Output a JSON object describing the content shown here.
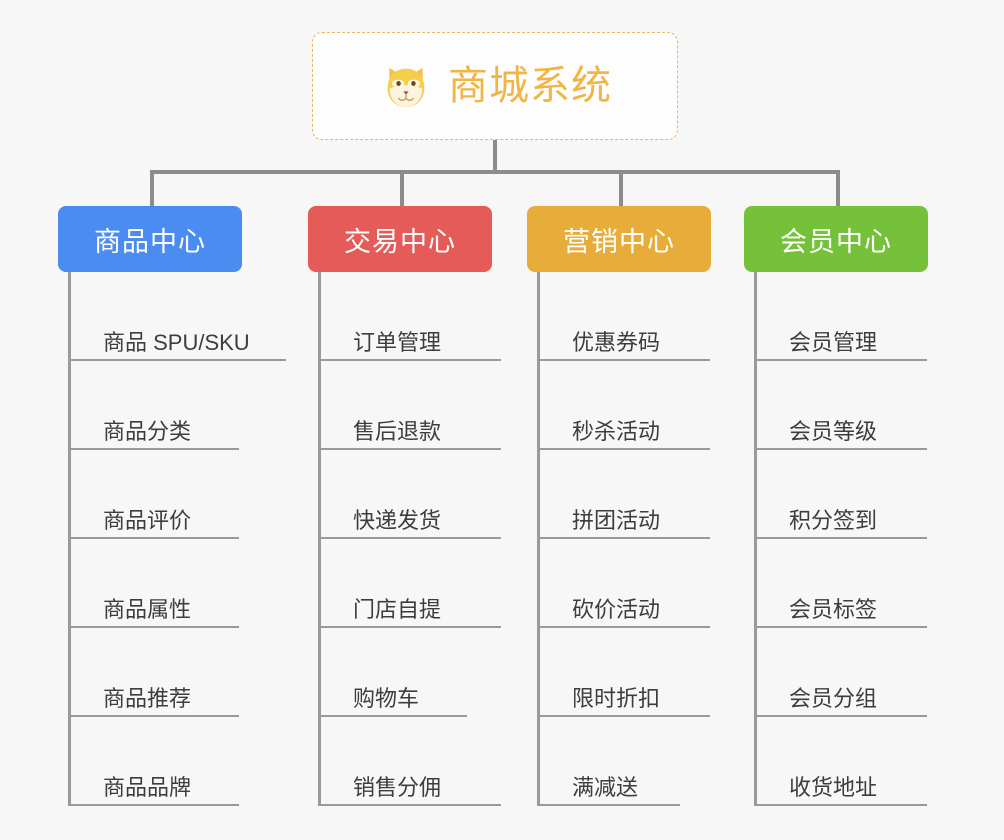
{
  "background_color": "#f7f7f7",
  "root": {
    "title": "商城系统",
    "icon": "shiba-dog-face-icon",
    "text_color": "#f0b544",
    "border_color": "#e8b765"
  },
  "connector_color": "#8c8c8c",
  "columns": [
    {
      "id": "product-center",
      "title": "商品中心",
      "color": "#4a8cf0",
      "items": [
        "商品 SPU/SKU",
        "商品分类",
        "商品评价",
        "商品属性",
        "商品推荐",
        "商品品牌"
      ]
    },
    {
      "id": "trade-center",
      "title": "交易中心",
      "color": "#e45b57",
      "items": [
        "订单管理",
        "售后退款",
        "快递发货",
        "门店自提",
        "购物车",
        "销售分佣"
      ]
    },
    {
      "id": "marketing-center",
      "title": "营销中心",
      "color": "#e8ac3b",
      "items": [
        "优惠券码",
        "秒杀活动",
        "拼团活动",
        "砍价活动",
        "限时折扣",
        "满减送"
      ]
    },
    {
      "id": "member-center",
      "title": "会员中心",
      "color": "#76c13a",
      "items": [
        "会员管理",
        "会员等级",
        "积分签到",
        "会员标签",
        "会员分组",
        "收货地址"
      ]
    }
  ]
}
